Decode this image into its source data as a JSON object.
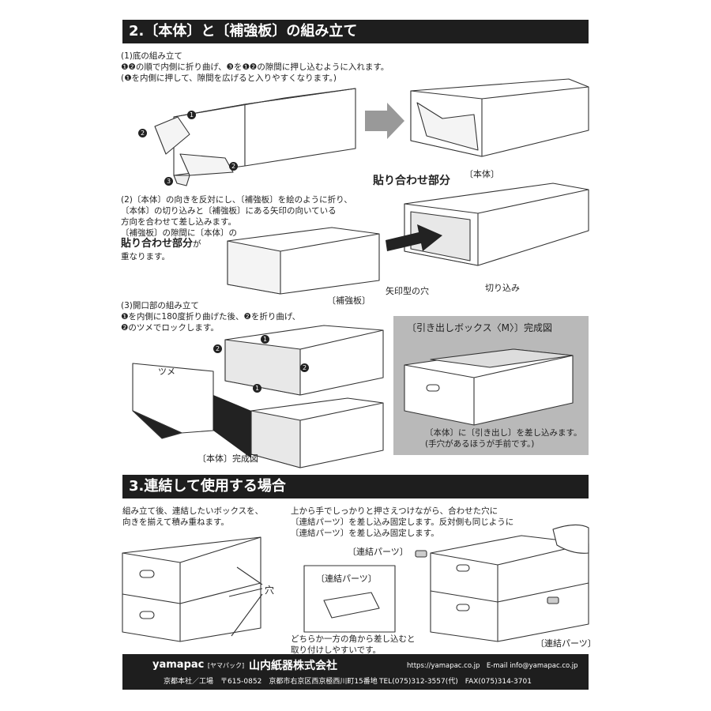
{
  "section2": {
    "title": "2.〔本体〕と〔補強板〕の組み立て",
    "step1": {
      "heading": "(1)底の組み立て",
      "line1": "❶❷の順で内側に折り曲げ、❸を❶❷の隙間に押し込むように入れます。",
      "line2": "(❶を内側に押して、隙間を広げると入りやすくなります。)"
    },
    "step2": {
      "line1": "(2)〔本体〕の向きを反対にし、〔補強板〕を絵のように折り、",
      "line2": "〔本体〕の切り込みと〔補強板〕にある矢印の向いている",
      "line3": "方向を合わせて差し込みます。",
      "line4": "〔補強板〕の隙間に〔本体〕の",
      "bold": "貼り合わせ部分",
      "suffix": "が",
      "line5": "重なります。",
      "label_bold": "貼り合わせ部分",
      "label_body": "〔本体〕",
      "label_board": "〔補強板〕",
      "label_arrow_hole": "矢印型の穴",
      "label_cut": "切り込み"
    },
    "step3": {
      "line1": "(3)開口部の組み立て",
      "line2": "❶を内側に180度折り曲げた後、❷を折り曲げ、",
      "line3": "❷のツメでロックします。",
      "label_tab": "ツメ",
      "label_done": "〔本体〕完成図"
    },
    "panel": {
      "title": "〔引き出しボックス〈M〉〕完成図",
      "line1": "〔本体〕に〔引き出し〕を差し込みます。",
      "line2": "(手穴があるほうが手前です。)"
    }
  },
  "section3": {
    "title": "3.連結して使用する場合",
    "left1": "組み立て後、連結したいボックスを、",
    "left2": "向きを揃えて積み重ねます。",
    "right1": "上から手でしっかりと押さえつけながら、合わせた穴に",
    "right2": "〔連結パーツ〕を差し込み固定します。反対側も同じように",
    "right3": "〔連結パーツ〕を差し込み固定します。",
    "label_hole": "穴",
    "label_part1": "〔連結パーツ〕",
    "label_part2": "〔連結パーツ〕",
    "label_part3": "〔連結パーツ〕",
    "note1": "どちらか一方の角から差し込むと",
    "note2": "取り付けしやすいです。"
  },
  "footer": {
    "brand": "yamapac",
    "brand_kana": "[ヤマパック]",
    "company": "山内紙器株式会社",
    "web": "https://yamapac.co.jp　E-mail info@yamapac.co.jp",
    "addr": "京都本社／工場　〒615-0852　京都市右京区西京極西川町15番地",
    "tel": "TEL(075)312-3557(代)　FAX(075)314-3701"
  },
  "numbers": {
    "one": "1",
    "two": "2",
    "three": "3"
  }
}
